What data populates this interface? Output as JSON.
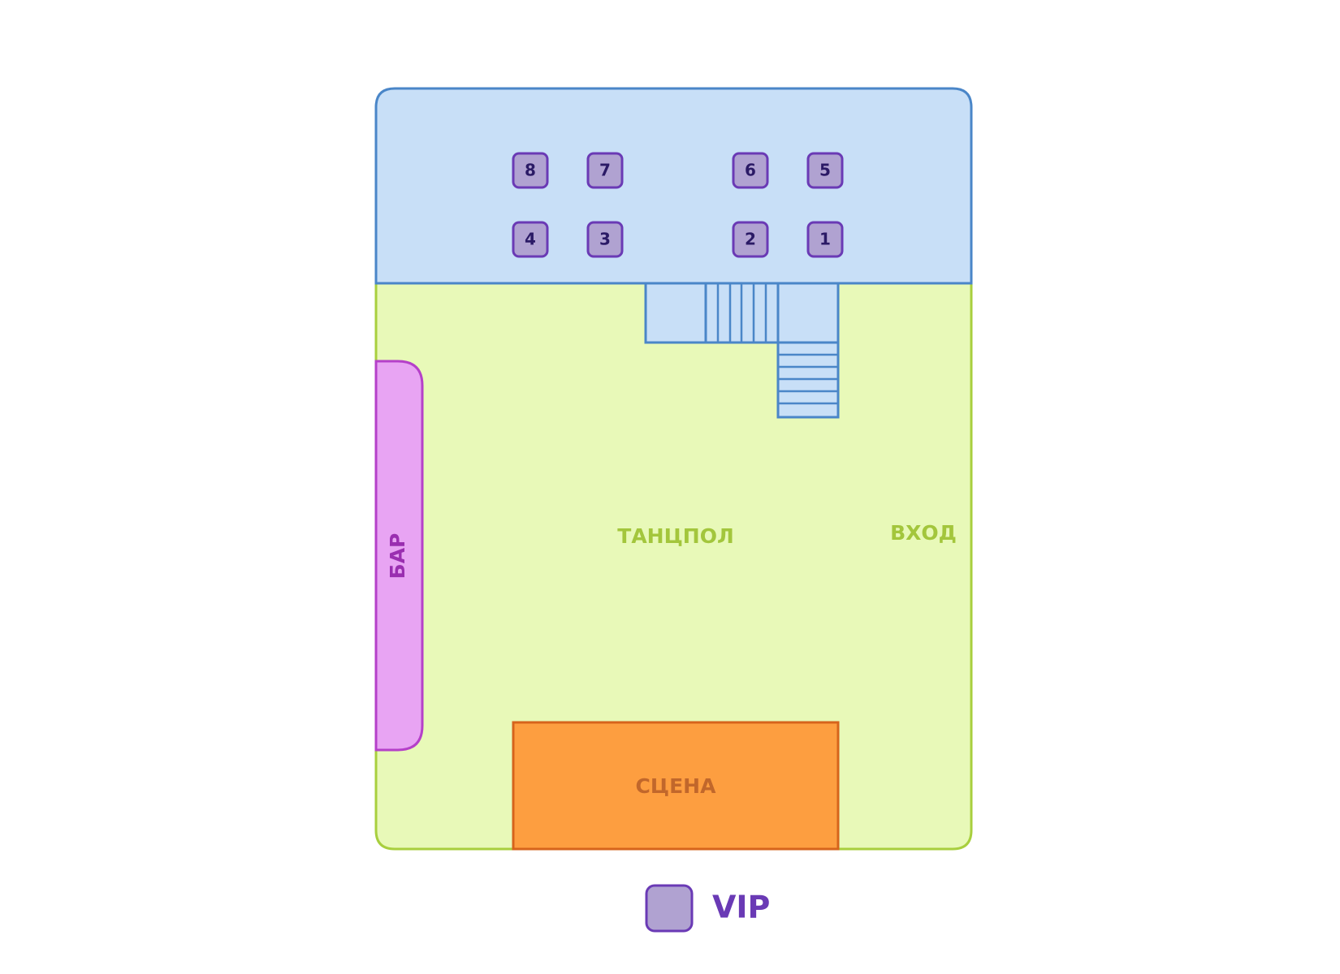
{
  "colors": {
    "vip_fill": "#c8dff7",
    "vip_stroke": "#4a86c8",
    "dancefloor_fill": "#e8f9b8",
    "dancefloor_stroke": "#a8cf3e",
    "dancefloor_text": "#a3c63c",
    "bar_fill": "#e8a4f3",
    "bar_stroke": "#b540c9",
    "bar_text": "#9a2eb0",
    "stage_fill": "#fd9e40",
    "stage_stroke": "#d6641c",
    "stage_text": "#c1672b",
    "table_fill": "#b0a2d1",
    "table_stroke": "#6a3ab5",
    "table_text": "#2b1a66",
    "legend_text": "#6a3ab5"
  },
  "zones": {
    "dancefloor": "ТАНЦПОЛ",
    "entrance": "ВХОД",
    "bar": "БАР",
    "stage": "СЦЕНА"
  },
  "tables": [
    {
      "number": "8",
      "row": "back",
      "col": 1
    },
    {
      "number": "7",
      "row": "back",
      "col": 2
    },
    {
      "number": "6",
      "row": "back",
      "col": 3
    },
    {
      "number": "5",
      "row": "back",
      "col": 4
    },
    {
      "number": "4",
      "row": "front",
      "col": 1
    },
    {
      "number": "3",
      "row": "front",
      "col": 2
    },
    {
      "number": "2",
      "row": "front",
      "col": 3
    },
    {
      "number": "1",
      "row": "front",
      "col": 4
    }
  ],
  "legend": {
    "vip_label": "VIP"
  }
}
